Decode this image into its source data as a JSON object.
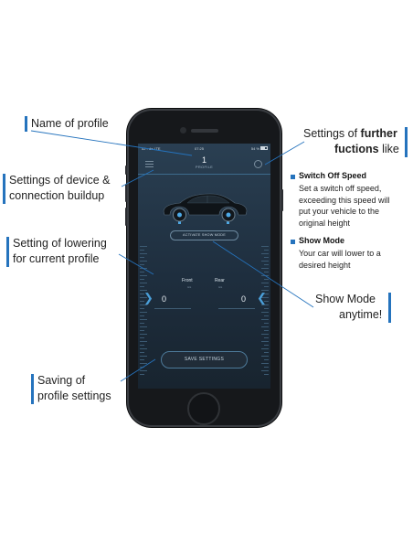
{
  "phone": {
    "status": {
      "carrier": "o2 - de  LTE",
      "time": "07:25",
      "battery": "54 %"
    },
    "profile": {
      "number": "1",
      "label": "PROFILE"
    },
    "show_mode_button": "ACTIVATE SHOW MODE",
    "axles": {
      "front": {
        "label": "Front",
        "sub": "mm",
        "value": "0"
      },
      "rear": {
        "label": "Rear",
        "sub": "mm",
        "value": "0"
      }
    },
    "save_button": "SAVE SETTINGS"
  },
  "annotations": {
    "name_of_profile": "Name of profile",
    "device_settings_1": "Settings of device &",
    "device_settings_2": "connection buildup",
    "lowering_1": "Setting of lowering",
    "lowering_2": "for current profile",
    "saving_1": "Saving of",
    "saving_2": "profile settings",
    "further_1a": "Settings of ",
    "further_1b": "further",
    "further_2a": "fuctions",
    "further_2b": " like",
    "switch_off_title": "Switch Off Speed",
    "switch_off_desc": [
      "Set a switch off speed,",
      "exceeding this speed will",
      "put your vehicle to the",
      "original height"
    ],
    "show_mode_title": "Show Mode",
    "show_mode_desc": [
      "Your car will lower to a",
      "desired height"
    ],
    "show_mode_label_1": "Show Mode",
    "show_mode_label_2": "anytime!"
  },
  "colors": {
    "accent": "#2573bd",
    "screen_bg": "#1e2e3e",
    "chevron": "#4a9fd9"
  }
}
